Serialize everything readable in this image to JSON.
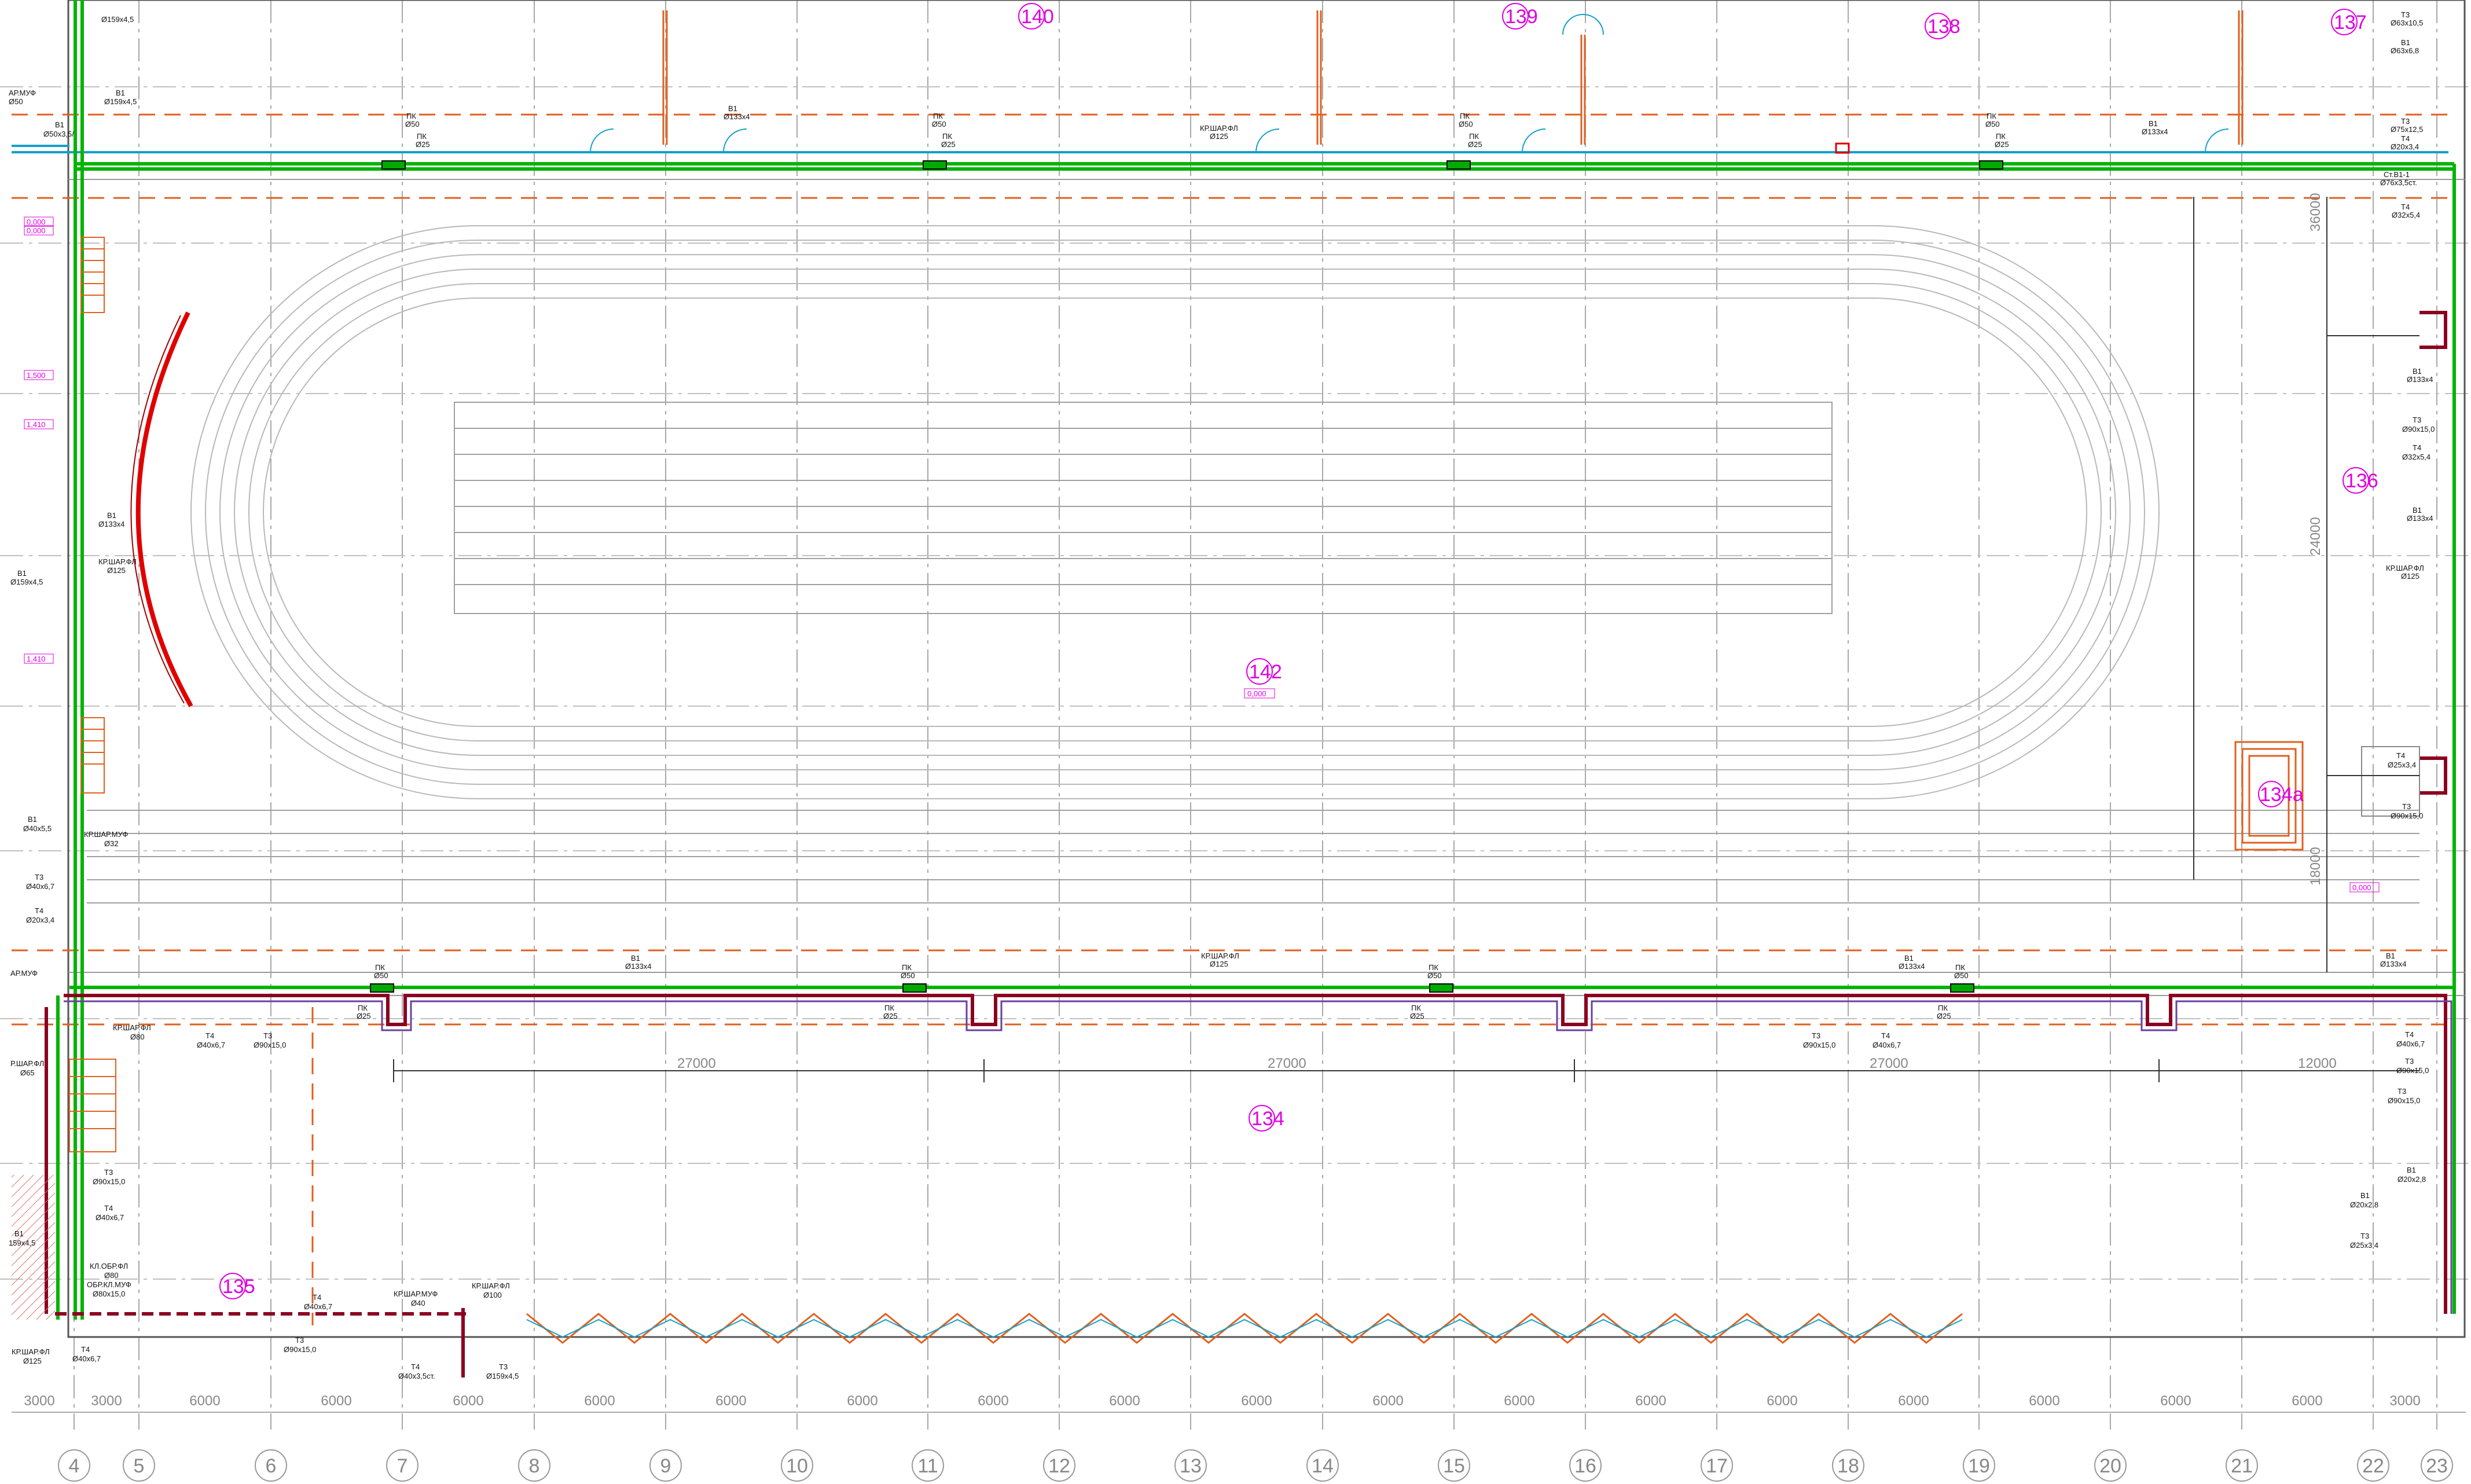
{
  "rooms": {
    "r140": "140",
    "r139": "139",
    "r138": "138",
    "r137": "137",
    "r142": "142",
    "r134": "134",
    "r135": "135",
    "r136": "136",
    "r134a": "134a",
    "elev_142": "0,000",
    "elev_right": "0,000"
  },
  "top_labels": {
    "b1_left": "В1",
    "b1_left_d": "Ø159х4,5",
    "b1_top": "В1",
    "b1_top_d": "Ø133х4",
    "b1_right": "В1",
    "b1_right_d": "Ø133х4",
    "pk": "ПК",
    "d50": "Ø50",
    "d25": "Ø25",
    "kr": "КР.ШАР.ФЛ",
    "kr_d": "Ø125",
    "t3_top": "Т3",
    "t3_top_d": "Ø63х10,5",
    "b1_tr": "В1",
    "b1_tr_d": "Ø63х6,8",
    "top_left_d": "Ø159х4,5",
    "armuf": "АР.МУФ",
    "armuf_d": "Ø50",
    "b1_l2": "В1",
    "b1_l2_d": "Ø50х3,5/",
    "st": "Ст.В1-1",
    "st_d": "Ø76х3,5ст.",
    "t4_r": "Т4",
    "t4_r_d": "Ø32х5,4",
    "t3_r2": "Т3",
    "t3_r2_d": "Ø75х12,5",
    "t4_r2": "Т4",
    "t4_r2_d": "Ø20х3,4"
  },
  "left_labels": {
    "b1": "В1",
    "b1_d": "Ø133х4",
    "kr": "КР.ШАР.ФЛ",
    "kr_d": "Ø125",
    "b1b": "В1",
    "b1b_d": "Ø159х4,5",
    "b1c": "В1",
    "b1c_d": "Ø40х5,5",
    "krmuf": "КР.ШАР.МУФ",
    "krmuf_d": "Ø32",
    "t3": "Т3",
    "t3_d": "Ø40х6,7",
    "t4": "Т4",
    "t4_d": "Ø20х3,4",
    "armuf2": "АР.МУФ",
    "krfl2": "КР.ШАР.ФЛ",
    "krfl2_d": "Ø80",
    "rsh": "Р.ШАР.ФЛ",
    "rsh_d": "Ø65",
    "t3b": "Т3",
    "t3b_d": "Ø90х15,0",
    "t4b": "Т4",
    "t4b_d": "Ø40х6,7",
    "b1d": "В1",
    "b1d_d": "159х4,5",
    "klobr": "КЛ.ОБР.ФЛ",
    "klobr_d": "Ø80",
    "obrkl": "ОБР.КЛ.МУФ",
    "obrkl_d": "Ø80х15,0",
    "krfl3": "КР.ШАР.ФЛ",
    "krfl3_d": "Ø125",
    "t4c": "Т4",
    "t4c_d": "Ø40х6,7",
    "elev1": "0,000",
    "elev2": "0,000",
    "elev3": "1,500",
    "elev4": "1,410",
    "elev5": "1,410"
  },
  "mid_labels": {
    "b1": "В1",
    "b1_d": "Ø133х4",
    "kr": "КР.ШАР.ФЛ",
    "kr_d": "Ø125",
    "pk": "ПК",
    "d50": "Ø50",
    "d25": "Ø25",
    "t4": "Т4",
    "t4_d": "Ø40х6,7",
    "t3": "Т3",
    "t3_d": "Ø90х15,0",
    "dim27000": "27000",
    "dim12000": "12000"
  },
  "right_labels": {
    "b1a": "В1",
    "b1a_d": "Ø133х4",
    "t3a": "Т3",
    "t3a_d": "Ø90х15,0",
    "t4a": "Т4",
    "t4a_d": "Ø32х5,4",
    "b1b": "В1",
    "b1b_d": "Ø133х4",
    "kr": "КР.ШАР.ФЛ",
    "kr_d": "Ø125",
    "t4b": "Т4",
    "t4b_d": "Ø25х3,4",
    "t3b": "Т3",
    "t3b_d": "Ø90х15,0",
    "b1c": "В1",
    "b1c_d": "Ø133х4",
    "t4c": "Т4",
    "t4c_d": "Ø40х6,7",
    "t3c": "Т3",
    "t3c_d": "Ø90х15,0",
    "t3d": "Т3",
    "t3d_d": "Ø90х15,0",
    "b1d": "В1",
    "b1d_d": "Ø20х2,8",
    "b1e": "В1",
    "b1e_d": "Ø20х2,8",
    "t3e": "Т3",
    "t3e_d": "Ø25х3,4",
    "dim_v1": "36000",
    "dim_v2": "24000",
    "dim_v3": "18000"
  },
  "bottom_labels": {
    "t4a": "Т4",
    "t4a_d": "Ø40х6,7",
    "t3a": "Т3",
    "t3a_d": "Ø90х15,0",
    "krmuf": "КР.ШАР.МУФ",
    "krmuf_d": "Ø40",
    "krfl": "КР.ШАР.ФЛ",
    "krfl_d": "Ø100",
    "t4b": "Т4",
    "t4b_d": "Ø40х3,5ст.",
    "t3b": "Т3",
    "t3b_d": "Ø159х4,5"
  },
  "axes": [
    "4",
    "5",
    "6",
    "7",
    "8",
    "9",
    "10",
    "11",
    "12",
    "13",
    "14",
    "15",
    "16",
    "17",
    "18",
    "19",
    "20",
    "21",
    "22",
    "23"
  ],
  "dims": [
    "3000",
    "3000",
    "6000",
    "6000",
    "6000",
    "6000",
    "6000",
    "6000",
    "6000",
    "6000",
    "6000",
    "6000",
    "6000",
    "6000",
    "6000",
    "6000",
    "6000",
    "6000",
    "6000",
    "3000"
  ],
  "colors": {
    "green": "#00b400",
    "darkred": "#8b0020",
    "blue": "#14a0c8",
    "orange": "#e06020",
    "red": "#e00000",
    "magenta": "#e000e0",
    "grid": "#b0b0b0"
  }
}
